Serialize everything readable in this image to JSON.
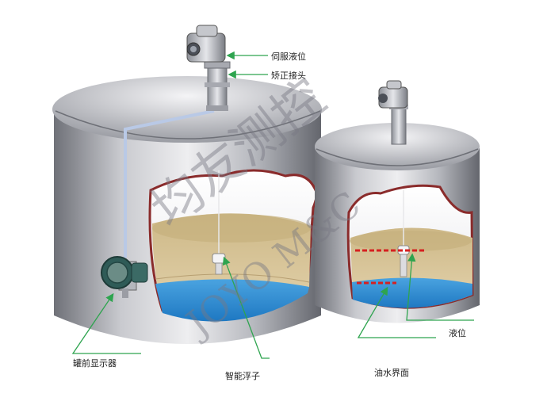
{
  "labels": {
    "servo_level": "伺服液位",
    "correction_joint": "矫正接头",
    "tank_display": "罐前显示器",
    "smart_float": "智能浮子",
    "liquid_level": "液位",
    "oil_water_interface": "油水界面"
  },
  "watermark": {
    "cn": "均友测控",
    "en": "JOYO M&C"
  },
  "colors": {
    "steel_light": "#d9d9dc",
    "steel_dark": "#7d7f86",
    "oil": "#d8c49a",
    "water": "#2e8fd6",
    "pointer_green": "#2ea44f",
    "marker_red": "#d62020",
    "cutaway_edge": "#8a2b2b"
  }
}
